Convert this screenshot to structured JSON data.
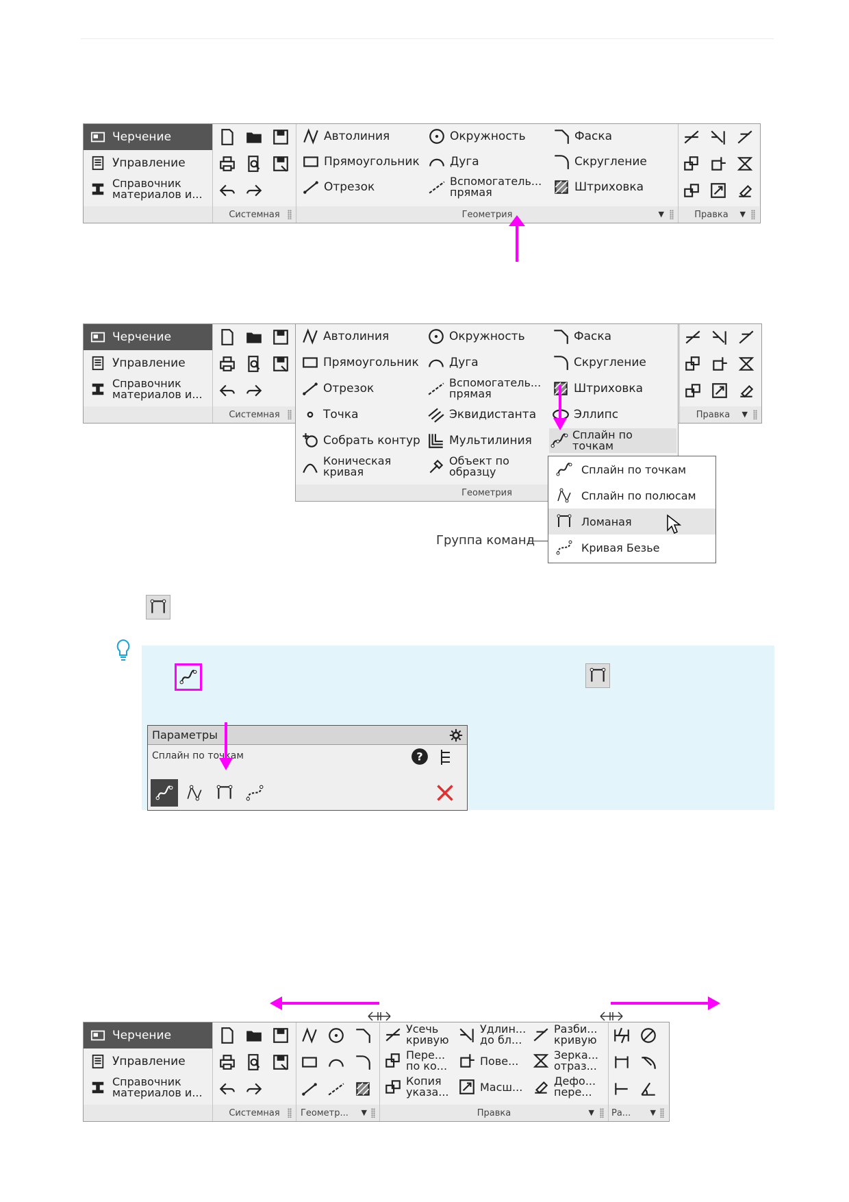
{
  "nav": {
    "item1": "Черчение",
    "item2": "Управление",
    "item3": "Справочник\nматериалов и...",
    "icons": [
      "drawing-icon",
      "management-icon",
      "materials-icon"
    ]
  },
  "panels": {
    "system": "Системная",
    "geometry": "Геометрия",
    "geometry_short": "Геометр...",
    "edit": "Правка",
    "size_short": "Ра..."
  },
  "geometry_cmds": {
    "autoline": "Автолиния",
    "rectangle": "Прямоугольник",
    "segment": "Отрезок",
    "circle": "Окружность",
    "arc": "Дуга",
    "aux_line": "Вспомогатель...\nпрямая",
    "chamfer": "Фаска",
    "fillet": "Скругление",
    "hatch": "Штриховка",
    "point": "Точка",
    "collect_contour": "Собрать контур",
    "conic": "Коническая\nкривая",
    "equidistant": "Эквидистанта",
    "multiline": "Мультилиния",
    "by_sample": "Объект по\nобразцу",
    "ellipse": "Эллипс",
    "spline_points": "Сплайн по\nточкам"
  },
  "spline_menu": {
    "items": [
      "Сплайн по точкам",
      "Сплайн по полюсам",
      "Ломаная",
      "Кривая Безье"
    ],
    "highlighted_index": 2
  },
  "callout": "Группа команд",
  "params_panel": {
    "title": "Параметры",
    "subtitle": "Сплайн по точкам"
  },
  "edit_cmds": {
    "trim": "Усечь\nкривую",
    "extend": "Удлин...\nдо бл...",
    "split": "Разби...\nкривую",
    "move": "Пере...\nпо ко...",
    "rotate": "Пове...",
    "mirror": "Зерка...\nотраз...",
    "copy": "Копия\nуказа...",
    "scale": "Масш...",
    "deform": "Дефо...\nпере..."
  },
  "colors": {
    "accent": "#ff00ff",
    "nav_active": "#555555",
    "tip_bg": "#e3f4fb"
  }
}
